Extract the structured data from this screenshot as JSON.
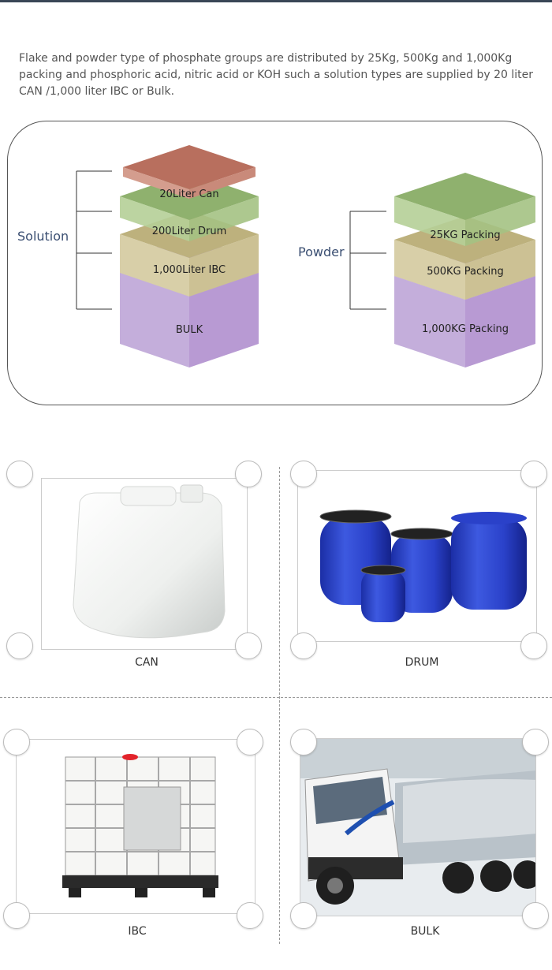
{
  "intro": {
    "text": "Flake and powder type of phosphate groups are distributed by 25Kg, 500Kg and 1,000Kg packing and phosphoric acid, nitric acid or KOH such a solution types are supplied by 20 liter CAN /1,000 liter IBC or Bulk."
  },
  "diagram": {
    "solution": {
      "label": "Solution",
      "layers": [
        "20Liter Can",
        "200Liter Drum",
        "1,000Liter IBC",
        "BULK"
      ]
    },
    "powder": {
      "label": "Powder",
      "layers": [
        "25KG Packing",
        "500KG Packing",
        "1,000KG Packing"
      ]
    },
    "colors": {
      "can": "#c98a7a",
      "drum": "#a8c48a",
      "ibc": "#cfc59c",
      "bulk": "#c9b0d9",
      "bracket": "#333333"
    }
  },
  "photos": [
    {
      "caption": "CAN"
    },
    {
      "caption": "DRUM"
    },
    {
      "caption": "IBC"
    },
    {
      "caption": "BULK"
    }
  ]
}
